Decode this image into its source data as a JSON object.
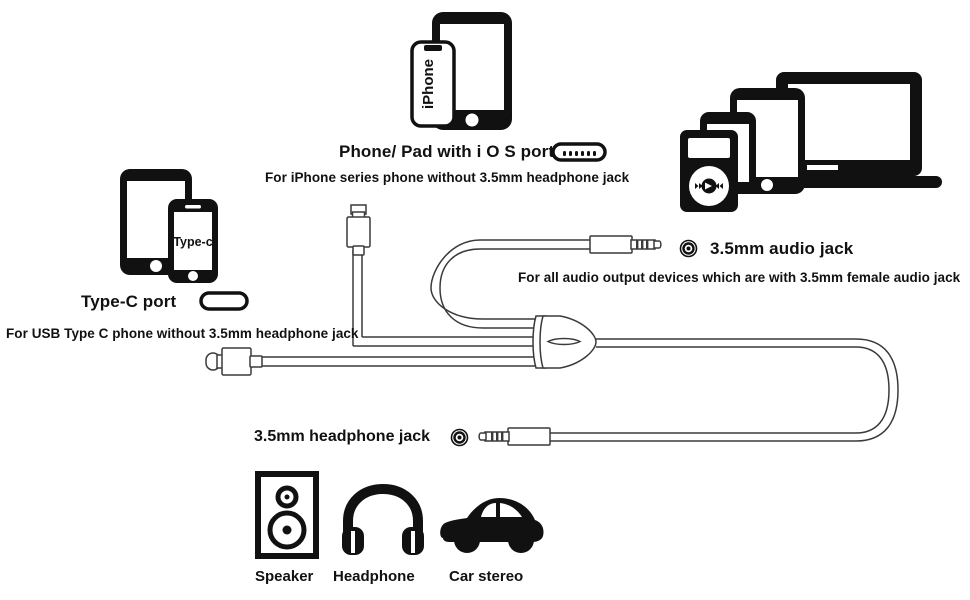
{
  "diagram": {
    "title": "3.5mm audio adapter cable compatibility diagram",
    "background_color": "#ffffff",
    "ink_color": "#111111",
    "cable_stroke_color": "#3a3a3a"
  },
  "sections": {
    "ios": {
      "heading": "Phone/ Pad with i O S port",
      "subtitle": "For iPhone series phone without 3.5mm headphone jack",
      "port_icon": "lightning-port-icon",
      "device_label": "iPhone"
    },
    "typec": {
      "heading": "Type-C port",
      "subtitle": "For USB Type C phone without 3.5mm headphone jack",
      "port_icon": "usb-c-port-icon",
      "device_label": "Type-c"
    },
    "audio_out": {
      "heading": "3.5mm audio jack",
      "subtitle": "For all audio output devices which are with 3.5mm female audio jack",
      "marker_icon": "concentric-circle-icon"
    },
    "headphone_out": {
      "heading": "3.5mm headphone jack",
      "marker_icon": "concentric-circle-icon"
    }
  },
  "output_devices": [
    {
      "label": "Speaker",
      "icon": "speaker-icon"
    },
    {
      "label": "Headphone",
      "icon": "headphones-icon"
    },
    {
      "label": "Car stereo",
      "icon": "car-icon"
    }
  ],
  "device_cluster": {
    "items": [
      {
        "name": "ipod-icon"
      },
      {
        "name": "smartphone-icon"
      },
      {
        "name": "tablet-icon"
      },
      {
        "name": "laptop-icon"
      }
    ]
  },
  "connectors": {
    "lightning_plug": "lightning-connector",
    "usb_c_plug": "usb-c-connector",
    "audio_plug_top": "trs-plug-male",
    "audio_plug_bottom": "trs-plug-male",
    "splitter": "cable-splitter-hub"
  }
}
